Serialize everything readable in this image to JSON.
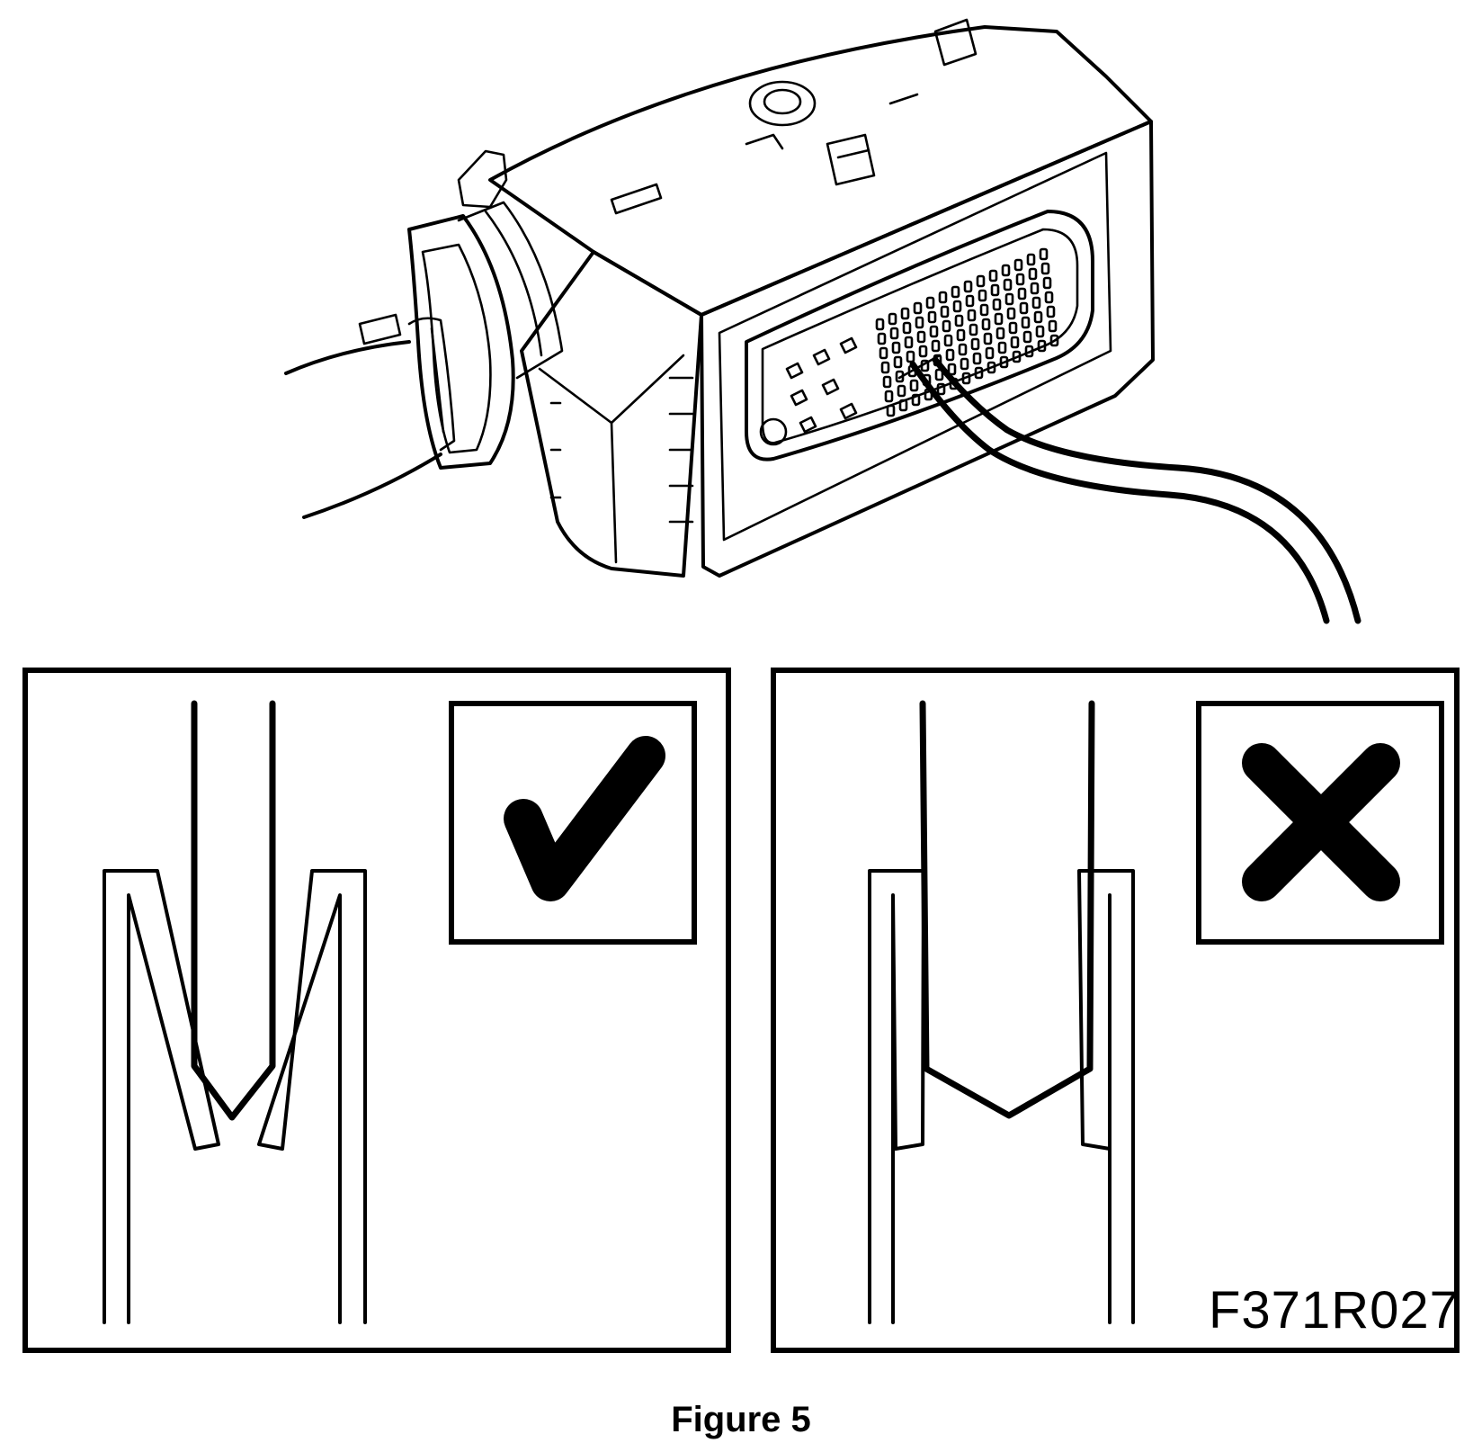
{
  "figure": {
    "code_label": "F371R027",
    "caption": "Figure 5"
  },
  "panels": [
    {
      "verdict": "correct",
      "badge_icon": "check-mark-icon"
    },
    {
      "verdict": "incorrect",
      "badge_icon": "x-mark-icon"
    }
  ],
  "colors": {
    "ink": "#000000",
    "paper": "#ffffff"
  }
}
